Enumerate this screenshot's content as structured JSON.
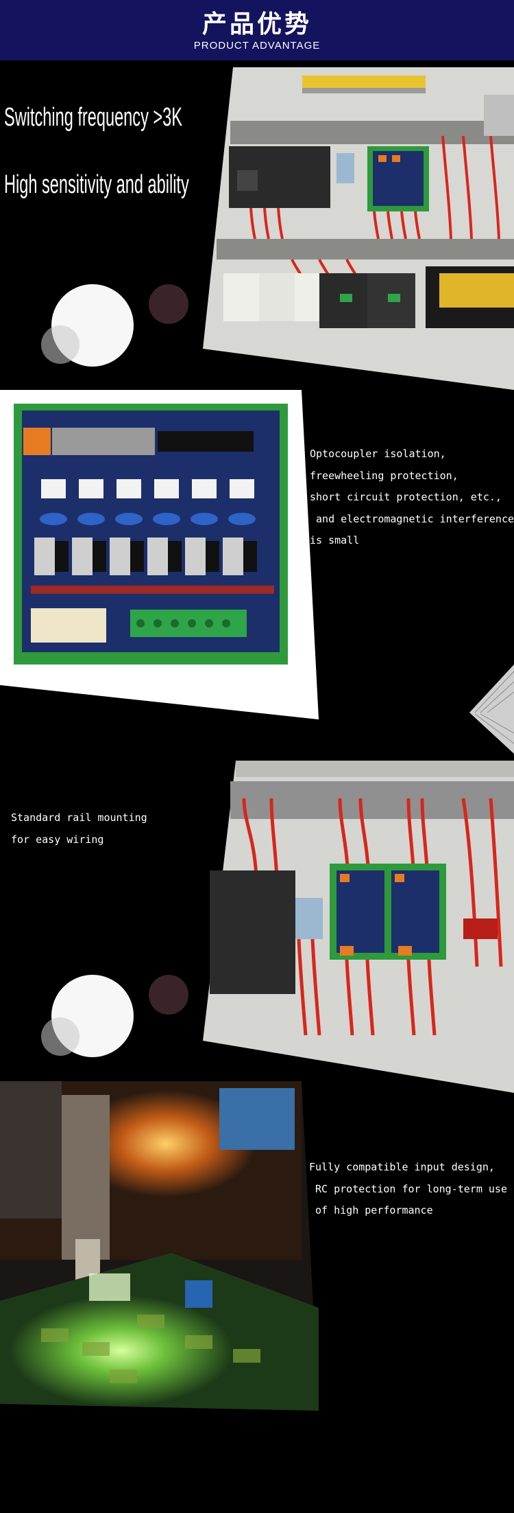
{
  "header": {
    "title_cn": "产品优势",
    "title_en": "PRODUCT ADVANTAGE"
  },
  "section1": {
    "headline_1": "Switching frequency >3K",
    "headline_2": "High sensitivity and ability",
    "image_desc": "control-cabinet-photo"
  },
  "section2": {
    "caption_lines": [
      "Optocoupler isolation,",
      "freewheeling protection,",
      "short circuit protection, etc.,",
      " and electromagnetic interference",
      "is small"
    ],
    "image_desc": "relay-board-photo"
  },
  "section3": {
    "caption_lines": [
      "Standard rail mounting",
      "for easy wiring"
    ],
    "image_desc": "rail-mounted-modules-photo"
  },
  "section4": {
    "caption_lines": [
      "Fully compatible input design,",
      " RC protection for long-term use",
      " of high performance"
    ],
    "image_desc": "pcb-manufacturing-photo"
  },
  "colors": {
    "header_bg": "#13135e",
    "page_bg": "#000000",
    "pcb_blue": "#1c2f6b",
    "pcb_green": "#2e9a3c",
    "wire_red": "#d8261b"
  }
}
